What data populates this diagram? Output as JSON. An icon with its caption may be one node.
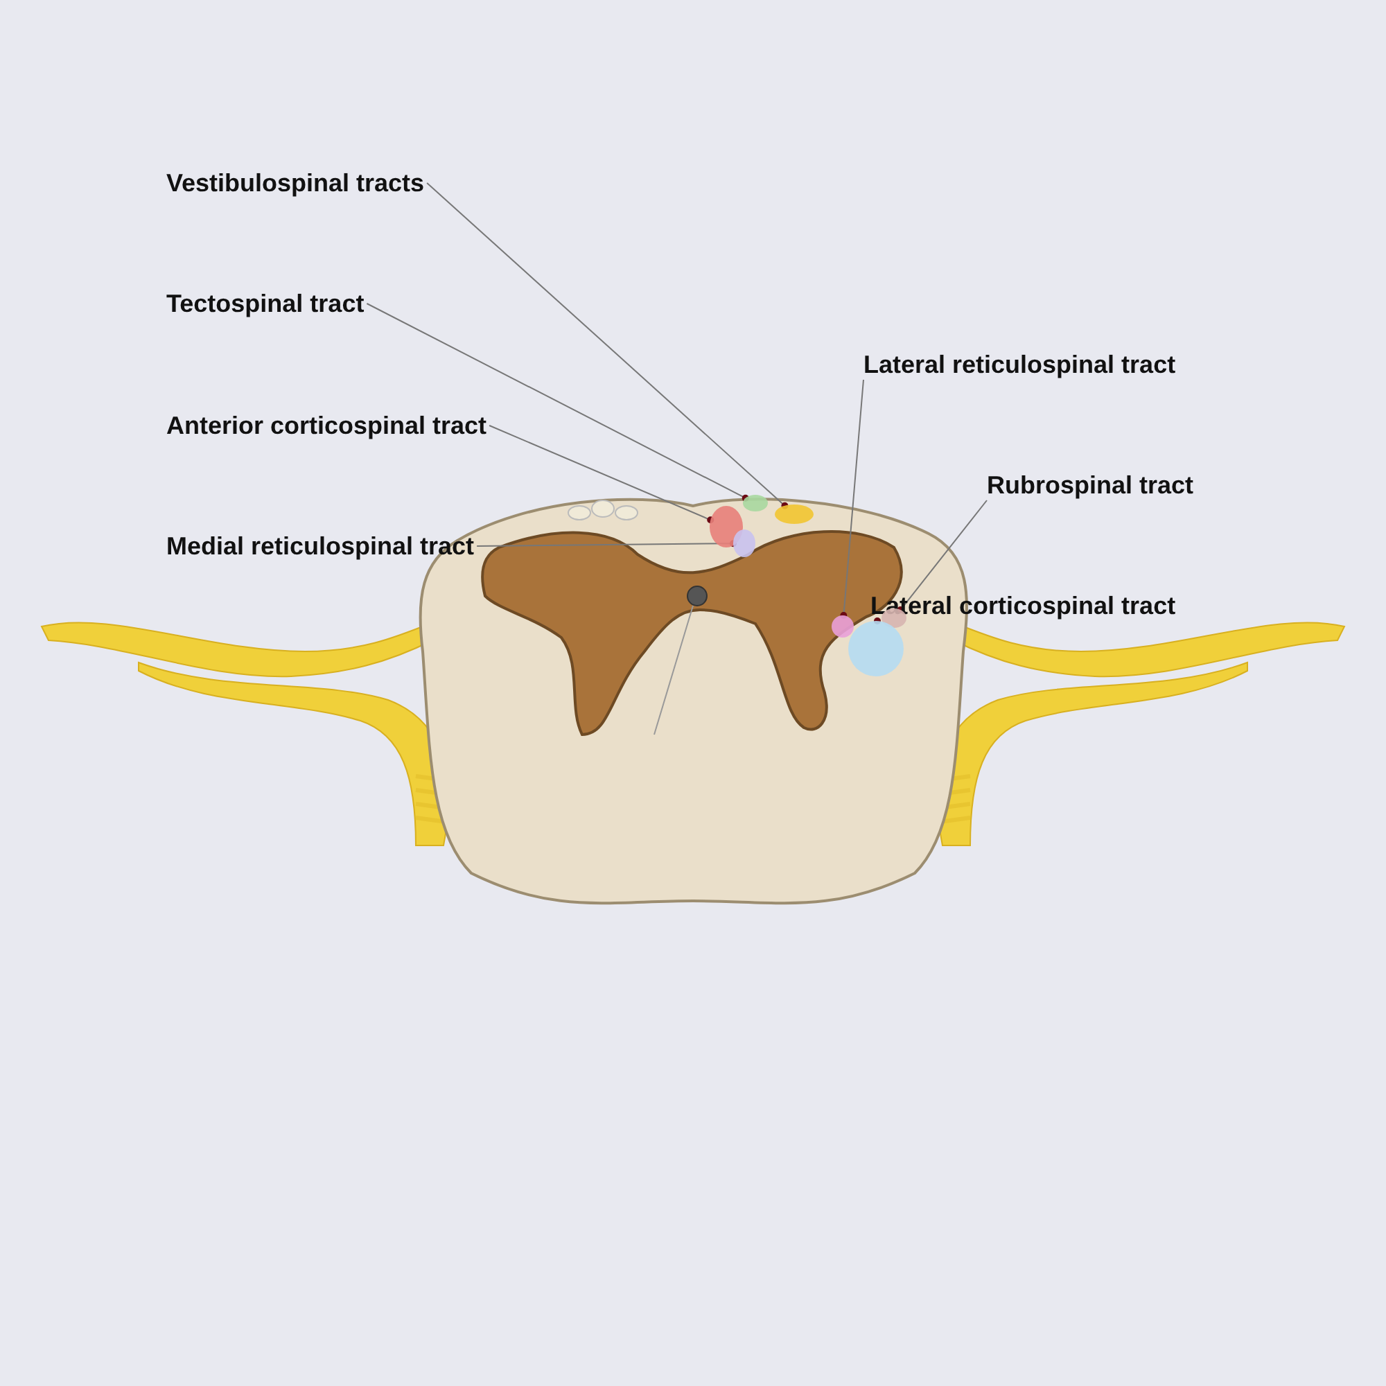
{
  "diagram": {
    "nodes": [
      {
        "text": [
          "Vestibulospinal tracts"
        ]
      },
      {
        "text": [
          "Tectospinal tract"
        ]
      },
      {
        "text": [
          "Anterior corticospinal tract"
        ]
      },
      {
        "text": [
          "Medial reticulospinal tract"
        ]
      },
      {
        "text": [
          "Lateral reticulospinal tract"
        ]
      },
      {
        "text": [
          "Rubrospinal tract"
        ]
      },
      {
        "text": [
          "Lateral corticospinal tract"
        ]
      },
      {
        "text": [],
        "shape": "circle"
      },
      {
        "text": [],
        "shape": "circle"
      },
      {
        "text": [],
        "shape": "circle"
      },
      {
        "text": [],
        "shape": "circle"
      },
      {
        "text": [],
        "shape": "circle"
      },
      {
        "text": [],
        "shape": "circle"
      },
      {
        "text": [],
        "shape": "circle"
      }
    ],
    "edges": [
      {
        "from": 0,
        "to": 7,
        "arrow": "other"
      },
      {
        "from": 1,
        "to": 8,
        "arrow": "other"
      },
      {
        "from": 2,
        "to": 9,
        "arrow": "other"
      },
      {
        "from": 3,
        "to": 10,
        "arrow": "other"
      },
      {
        "from": 4,
        "to": 11,
        "arrow": "other"
      },
      {
        "from": 5,
        "to": 12,
        "arrow": "other"
      },
      {
        "from": 6,
        "to": 13,
        "arrow": "other"
      }
    ]
  }
}
